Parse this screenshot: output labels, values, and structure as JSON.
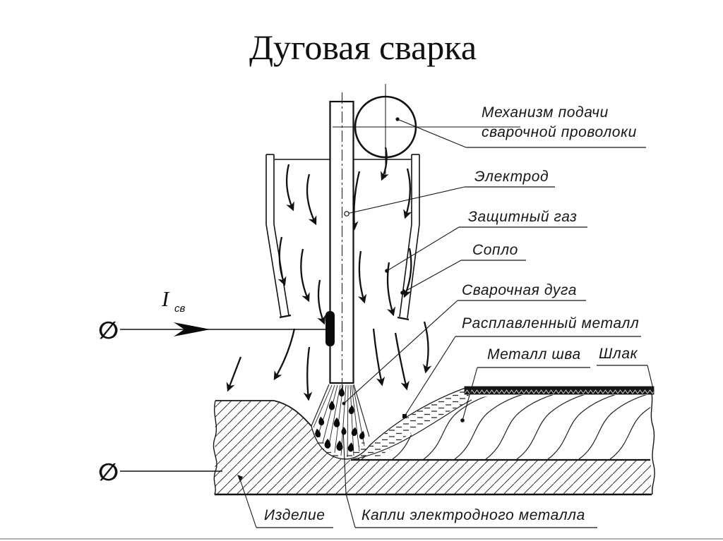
{
  "title": "Дуговая сварка",
  "current_label": {
    "symbol": "I",
    "subscript": "св"
  },
  "terminal_symbol": "∅",
  "labels": {
    "feed_mechanism": {
      "line1": "Механизм подачи",
      "line2": "сварочной проволоки"
    },
    "electrode": "Электрод",
    "shielding_gas": "Защитный газ",
    "nozzle": "Сопло",
    "welding_arc": "Сварочная дуга",
    "molten_metal": "Расплавленный металл",
    "weld_metal": "Металл шва",
    "slag": "Шлак",
    "workpiece": "Изделие",
    "electrode_metal_drops": "Капли электродного металла"
  },
  "colors": {
    "ink": "#161616",
    "background": "#ffffff",
    "slag_fill": "#151515",
    "footer_line": "#aab2ba"
  }
}
